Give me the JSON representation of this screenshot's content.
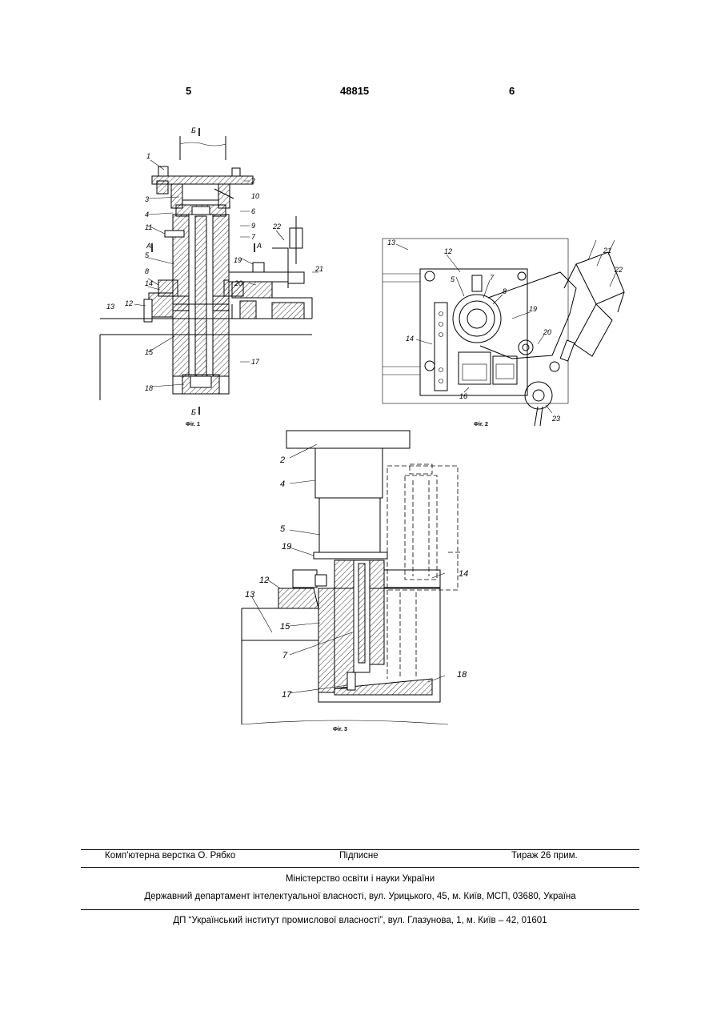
{
  "header": {
    "page_left": "5",
    "patent_number": "48815",
    "page_right": "6"
  },
  "figures": {
    "fig1": {
      "caption": "Фіг. 1",
      "section_marks": [
        "Б",
        "Б",
        "А",
        "А"
      ],
      "labels": [
        "1",
        "2",
        "3",
        "10",
        "4",
        "6",
        "9",
        "11",
        "7",
        "22",
        "5",
        "8",
        "19",
        "20",
        "21",
        "14",
        "12",
        "13",
        "15",
        "17",
        "18"
      ]
    },
    "fig2": {
      "caption": "Фіг. 2",
      "labels": [
        "13",
        "12",
        "5",
        "7",
        "8",
        "21",
        "22",
        "19",
        "14",
        "20",
        "16",
        "23"
      ]
    },
    "fig3": {
      "caption": "Фіг. 3",
      "labels": [
        "2",
        "4",
        "5",
        "19",
        "14",
        "12",
        "13",
        "15",
        "7",
        "18",
        "17"
      ]
    }
  },
  "footer": {
    "layout": "Комп'ютерна верстка О. Рябко",
    "signed": "Підписне",
    "circulation": "Тираж 26 прим.",
    "ministry": "Міністерство освіти і науки України",
    "department": "Державний департамент інтелектуальної власності, вул. Урицького, 45, м. Київ, МСП, 03680, Україна",
    "institute": "ДП “Український інститут промислової власності”, вул. Глазунова, 1, м. Київ – 42, 01601"
  }
}
